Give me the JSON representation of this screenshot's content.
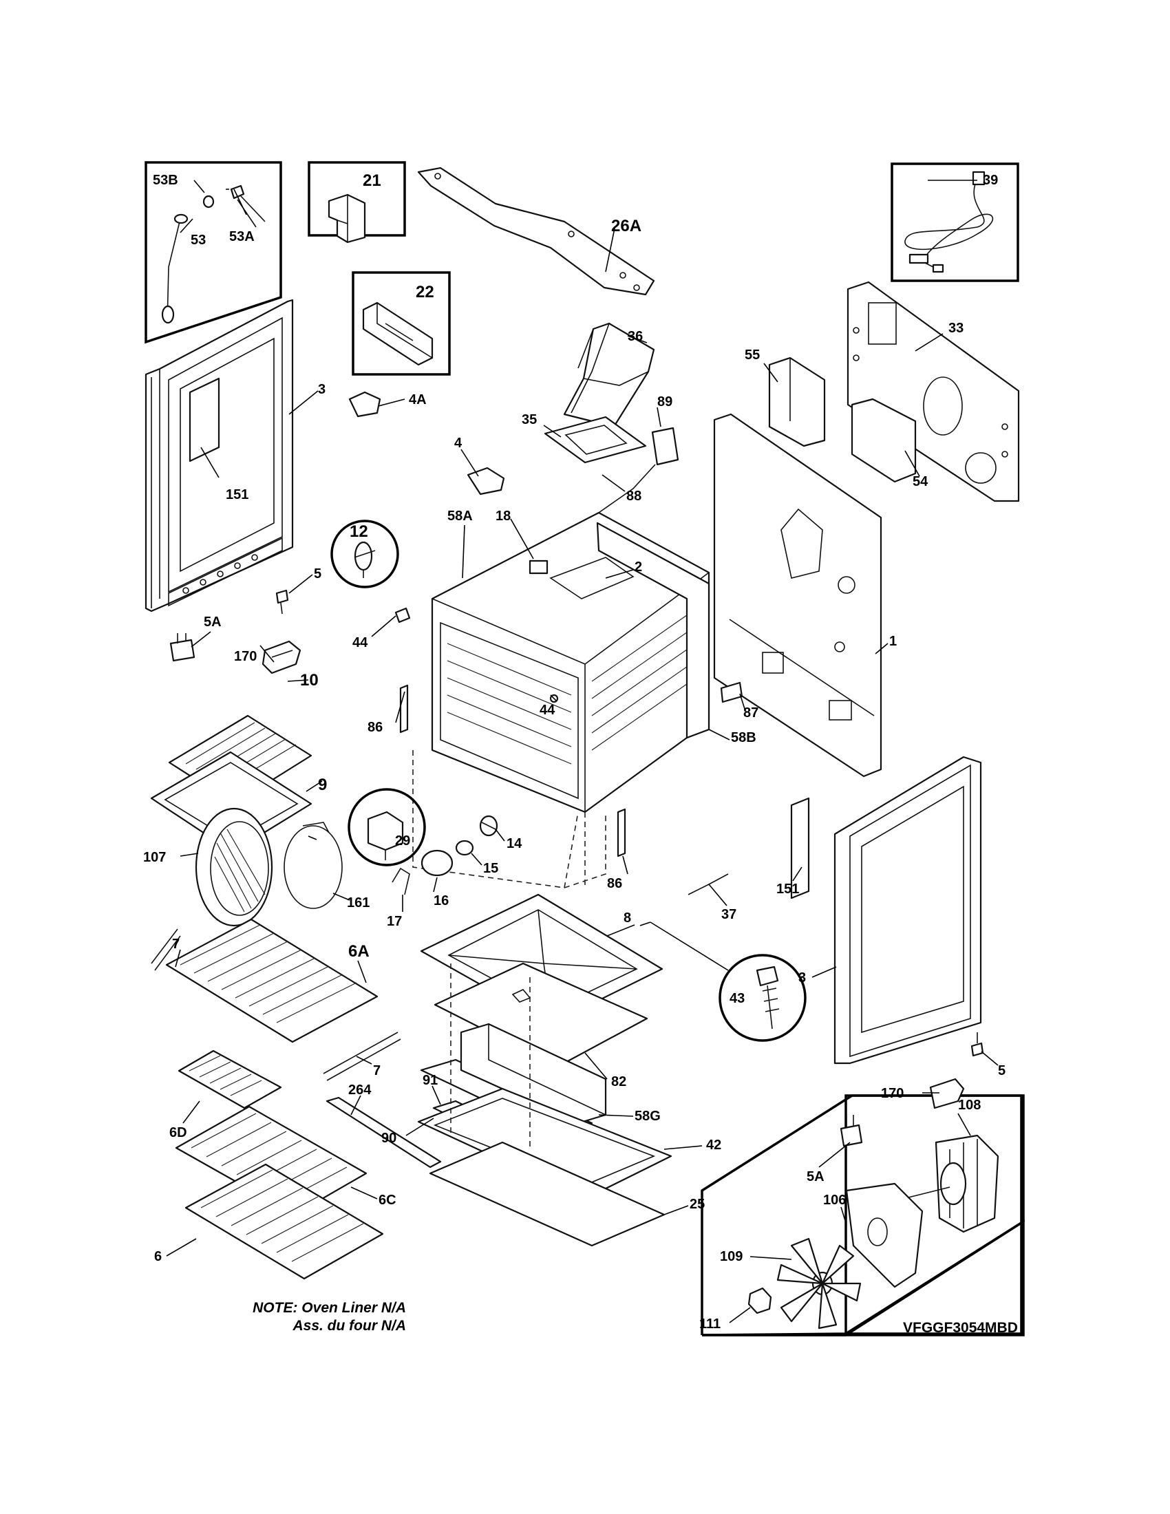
{
  "note": {
    "line1": "NOTE: Oven Liner N/A",
    "line2": "Ass. du four N/A"
  },
  "model_number": "VFGGF3054MBD",
  "callouts": {
    "c53B": "53B",
    "c53A": "53A",
    "c53": "53",
    "c21": "21",
    "c22": "22",
    "c26A": "26A",
    "c39": "39",
    "c3_left": "3",
    "c151_left": "151",
    "c4A": "4A",
    "c4": "4",
    "c36": "36",
    "c35": "35",
    "c89": "89",
    "c88": "88",
    "c55": "55",
    "c33": "33",
    "c54": "54",
    "c12": "12",
    "c18": "18",
    "c58A": "58A",
    "c2": "2",
    "c5_left": "5",
    "c5A_left": "5A",
    "c170_left": "170",
    "c44_a": "44",
    "c1": "1",
    "c10": "10",
    "c86_a": "86",
    "c44_b": "44",
    "c87": "87",
    "c9": "9",
    "c58B": "58B",
    "c29": "29",
    "c14": "14",
    "c107": "107",
    "c15": "15",
    "c86_b": "86",
    "c16": "16",
    "c161": "161",
    "c17": "17",
    "c151_right": "151",
    "c37": "37",
    "c8": "8",
    "c3_right": "3",
    "c7_a": "7",
    "c6A": "6A",
    "c43": "43",
    "c7_b": "7",
    "c82": "82",
    "c91": "91",
    "c5_right": "5",
    "c264": "264",
    "c58G": "58G",
    "c170_right": "170",
    "c108": "108",
    "c6D": "6D",
    "c90": "90",
    "c42": "42",
    "c5A_right": "5A",
    "c25": "25",
    "c6C": "6C",
    "c106": "106",
    "c109": "109",
    "c6": "6",
    "c111": "111"
  }
}
